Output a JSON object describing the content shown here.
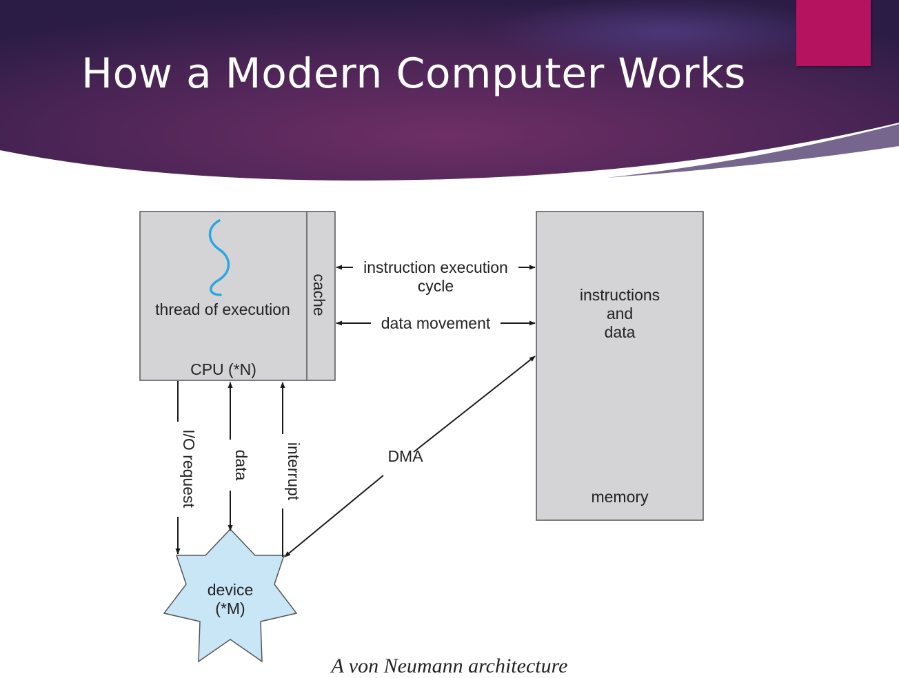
{
  "slide": {
    "title": "How a Modern Computer Works",
    "caption": "A von Neumann architecture"
  },
  "colors": {
    "banner_dark": "#2b1d45",
    "banner_mid": "#6a2f62",
    "accent_square": "#b5135f",
    "box_fill": "#d4d4d6",
    "device_fill": "#c8e6f6",
    "thread_line": "#2aa6e0"
  },
  "diagram": {
    "thread_icon": "thread-squiggle-icon",
    "cpu": {
      "thread_label": "thread of execution",
      "cpu_label": "CPU (*N)",
      "cache_label": "cache"
    },
    "memory": {
      "line1": "instructions",
      "line2": "and",
      "line3": "data",
      "label": "memory"
    },
    "device": {
      "line1": "device",
      "line2": "(*M)"
    },
    "connections": {
      "instruction_cycle_line1": "instruction execution",
      "instruction_cycle_line2": "cycle",
      "data_movement": "data movement",
      "dma": "DMA",
      "io_request": "I/O request",
      "data": "data",
      "interrupt": "interrupt"
    }
  }
}
